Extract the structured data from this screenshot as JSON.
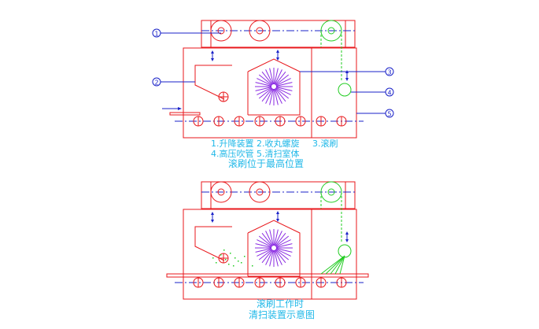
{
  "markers": [
    "1",
    "2",
    "3",
    "4",
    "5"
  ],
  "legend": {
    "line1a": "1.升降装置 2.收丸螺旋",
    "line1b": "3.滚刷",
    "line2": "4.高压吹管 5.清扫室体"
  },
  "captions": {
    "top_state": "滚刷位于最高位置",
    "bottom_state": "滚刷工作时",
    "figure_title": "清扫装置示意图"
  },
  "colors": {
    "frame": "#e8171b",
    "shaft": "#1a22c8",
    "brush": "#8a2be2",
    "chain": "#22cc22",
    "caption": "#20b8e8",
    "marker": "#1a22c8"
  }
}
